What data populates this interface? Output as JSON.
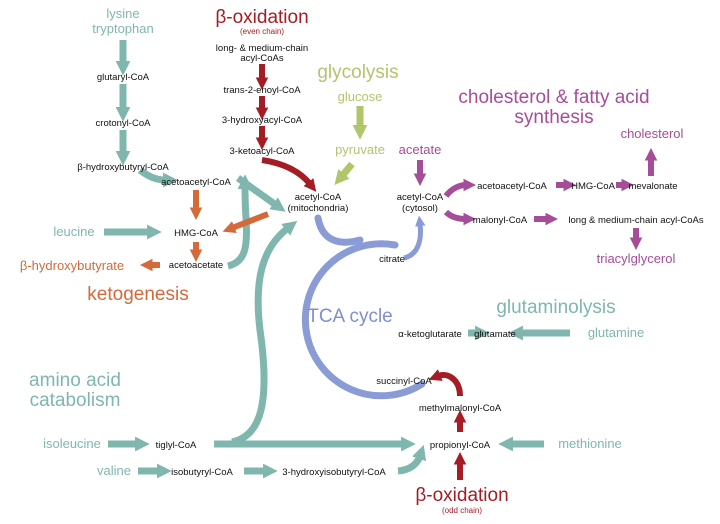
{
  "colors": {
    "amino": "#7fb7ae",
    "beta": "#a51d24",
    "glyco": "#b1c66b",
    "chol": "#a64d99",
    "keto": "#d4693a",
    "tca": "#8a9bd6",
    "text": "#111111"
  },
  "titles": {
    "beta_even": "β-oxidation",
    "beta_even_sub": "(even chain)",
    "glycolysis": "glycolysis",
    "chol_line1": "cholesterol & fatty acid",
    "chol_line2": "synthesis",
    "ketogenesis": "ketogenesis",
    "tca": "TCA cycle",
    "glutaminolysis": "glutaminolysis",
    "amino_line1": "amino acid",
    "amino_line2": "catabolism",
    "beta_odd": "β-oxidation",
    "beta_odd_sub": "(odd chain)"
  },
  "nodes": {
    "lysine": "lysine",
    "tryptophan": "tryptophan",
    "glutaryl": "glutaryl-CoA",
    "crotonyl": "crotonyl-CoA",
    "hydroxybutyryl": "β-hydroxybutyryl-CoA",
    "acetoacetyl_mito": "acetoacetyl-CoA",
    "leucine": "leucine",
    "hmg_mito": "HMG-CoA",
    "bhb": "β-hydroxybutyrate",
    "acetoacetate": "acetoacetate",
    "acyl_line1": "long- & medium-chain",
    "acyl_line2": "acyl-CoAs",
    "enoyl": "trans-2-enoyl-CoA",
    "hydroxyacyl": "3-hydroxyacyl-CoA",
    "ketoacyl": "3-ketoacyl-CoA",
    "acetyl_mito": "acetyl-CoA",
    "acetyl_mito_sub": "(mitochondria)",
    "glucose": "glucose",
    "pyruvate": "pyruvate",
    "acetate": "acetate",
    "acetyl_cyto": "acetyl-CoA",
    "acetyl_cyto_sub": "(cytosol)",
    "acetoacetyl_cyto": "acetoacetyl-CoA",
    "hmg_cyto": "HMG-CoA",
    "mevalonate": "mevalonate",
    "cholesterol": "cholesterol",
    "malonyl": "malonyl-CoA",
    "acyl_cyto": "long & medium-chain acyl-CoAs",
    "triacylglycerol": "triacylglycerol",
    "citrate": "citrate",
    "aketoglutarate": "α-ketoglutarate",
    "glutamate": "glutamate",
    "glutamine": "glutamine",
    "succinyl": "succinyl-CoA",
    "methylmalonyl": "methylmalonyl-CoA",
    "propionyl": "propionyl-CoA",
    "methionine": "methionine",
    "isoleucine": "isoleucine",
    "tiglyl": "tiglyl-CoA",
    "valine": "valine",
    "isobutyryl": "isobutyryl-CoA",
    "hydroxyisobutyryl": "3-hydroxyisobutyryl-CoA"
  }
}
